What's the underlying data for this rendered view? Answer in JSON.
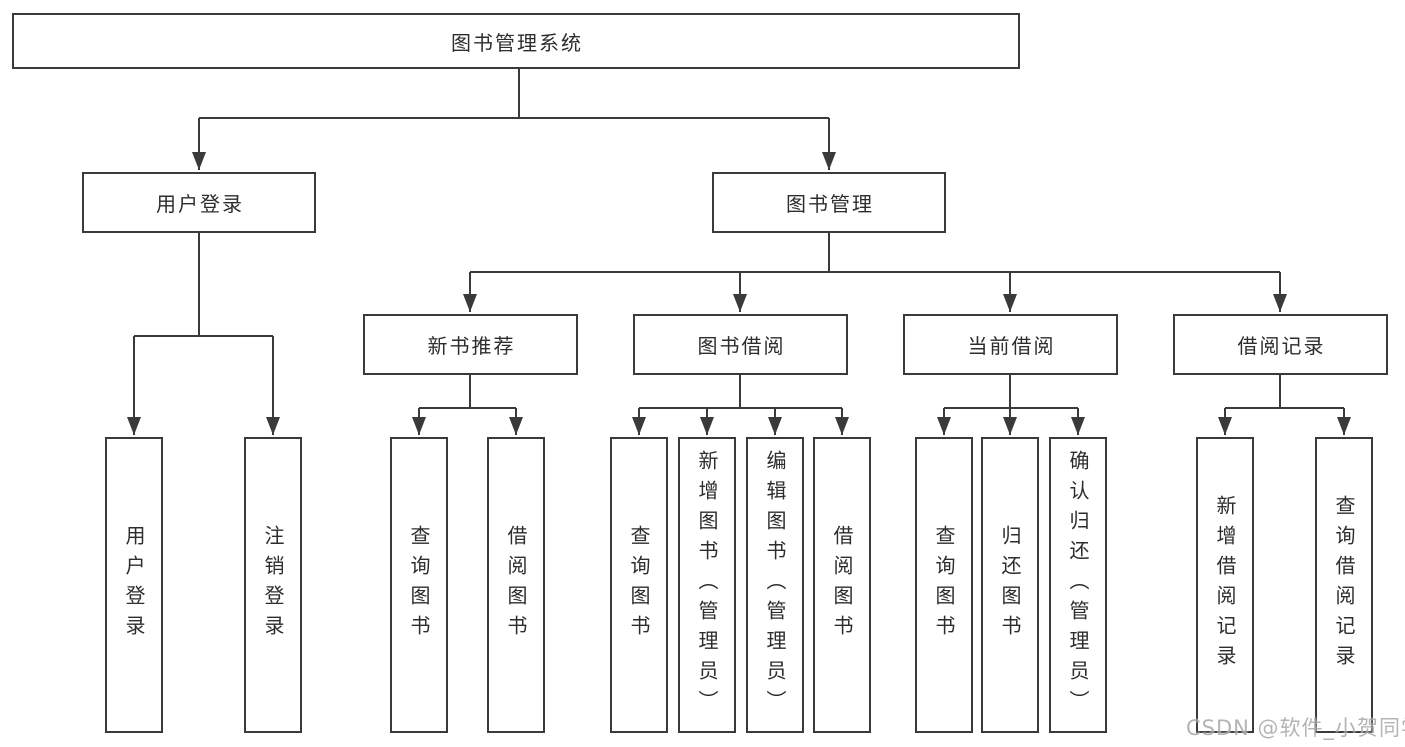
{
  "colors": {
    "line": "#3a3a3a",
    "text": "#2d2d2d",
    "background": "#ffffff",
    "watermark": "#a8a8a8"
  },
  "tree": {
    "root": {
      "label": "图书管理系统"
    },
    "branches": [
      {
        "label": "用户登录",
        "children": [
          {
            "label": "用户登录"
          },
          {
            "label": "注销登录"
          }
        ]
      },
      {
        "label": "图书管理",
        "children": [
          {
            "label": "新书推荐",
            "children": [
              {
                "label": "查询图书"
              },
              {
                "label": "借阅图书"
              }
            ]
          },
          {
            "label": "图书借阅",
            "children": [
              {
                "label": "查询图书"
              },
              {
                "label": "新增图书（管理员）"
              },
              {
                "label": "编辑图书（管理员）"
              },
              {
                "label": "借阅图书"
              }
            ]
          },
          {
            "label": "当前借阅",
            "children": [
              {
                "label": "查询图书"
              },
              {
                "label": "归还图书"
              },
              {
                "label": "确认归还（管理员）"
              }
            ]
          },
          {
            "label": "借阅记录",
            "children": [
              {
                "label": "新增借阅记录"
              },
              {
                "label": "查询借阅记录"
              }
            ]
          }
        ]
      }
    ]
  },
  "watermark": {
    "text": "CSDN @软件_小贺同学"
  }
}
